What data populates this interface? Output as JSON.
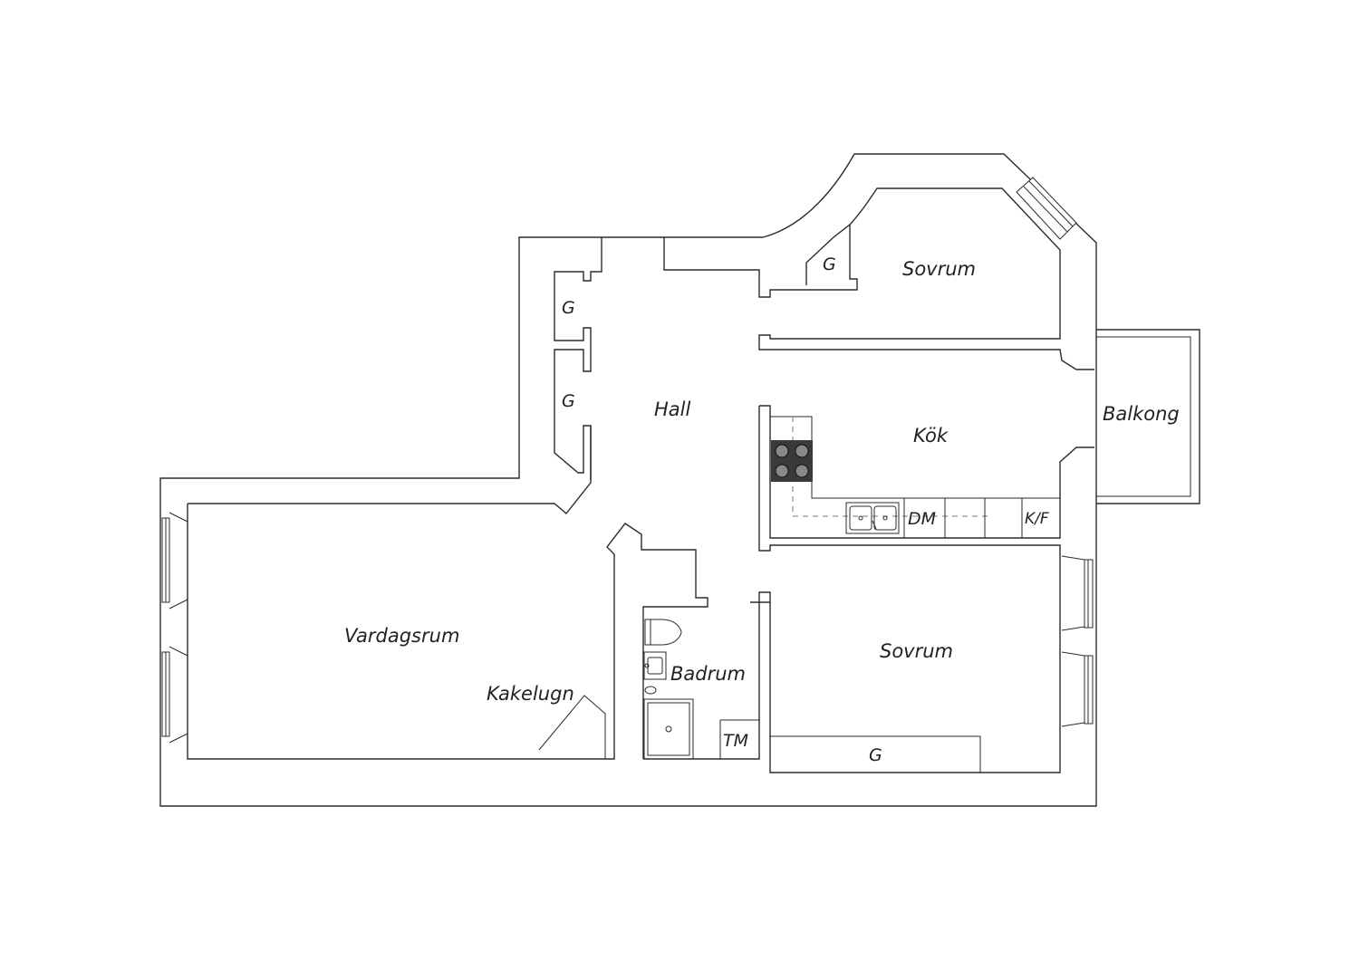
{
  "rooms": {
    "sovrum_top": "Sovrum",
    "hall": "Hall",
    "kok": "Kök",
    "balkong": "Balkong",
    "vardagsrum": "Vardagsrum",
    "kakelugn": "Kakelugn",
    "badrum": "Badrum",
    "sovrum_bottom": "Sovrum"
  },
  "fixtures": {
    "g_sovrum_top": "G",
    "g_hall_1": "G",
    "g_hall_2": "G",
    "g_sovrum_bottom": "G",
    "dm": "DM",
    "kf": "K/F",
    "tm": "TM"
  },
  "colors": {
    "wall": "#2b2b2b",
    "stove": "#3a3a3a",
    "background": "#ffffff"
  }
}
